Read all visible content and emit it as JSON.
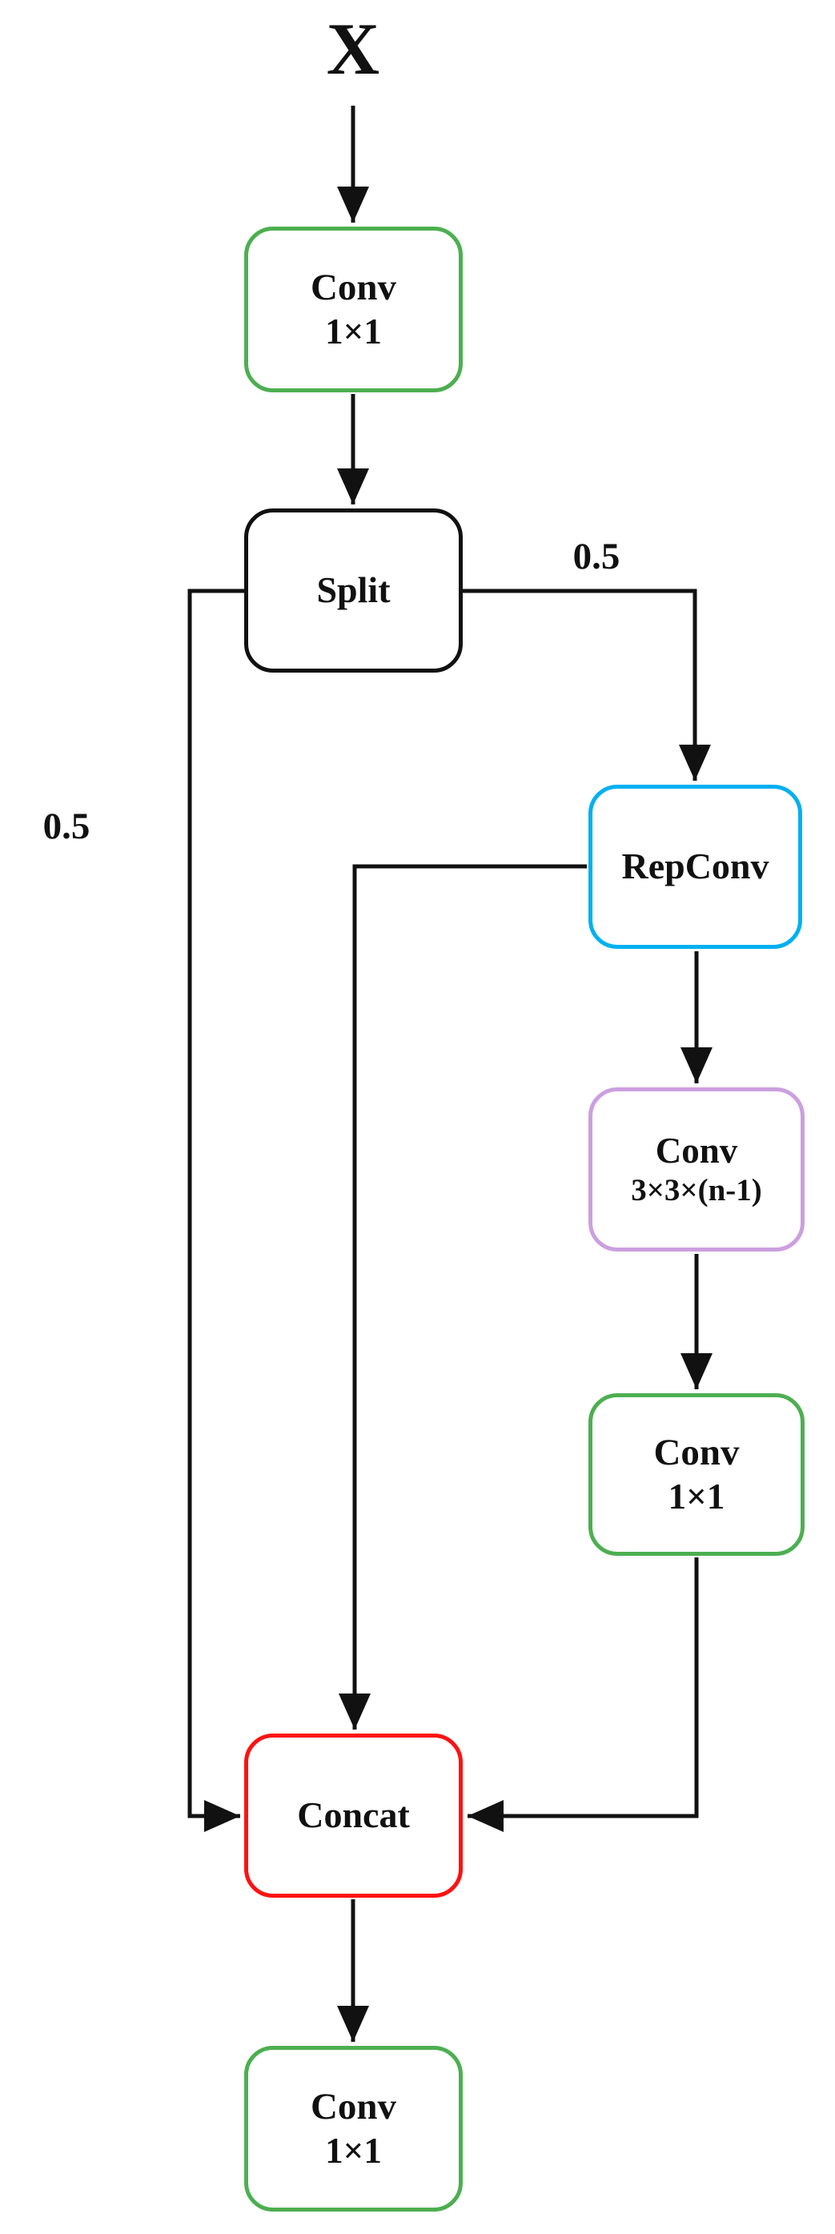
{
  "diagram": {
    "input_label": "X",
    "edge_labels": {
      "split_right_ratio": "0.5",
      "split_left_ratio": "0.5"
    },
    "nodes": {
      "conv_top": {
        "line1": "Conv",
        "line2": "1×1",
        "border": "green"
      },
      "split": {
        "label": "Split",
        "border": "black"
      },
      "repconv": {
        "label": "RepConv",
        "border": "cyan"
      },
      "conv_3x3": {
        "line1": "Conv",
        "line2": "3×3×(n-1)",
        "border": "purple"
      },
      "conv_right": {
        "line1": "Conv",
        "line2": "1×1",
        "border": "green"
      },
      "concat": {
        "label": "Concat",
        "border": "red"
      },
      "conv_out": {
        "line1": "Conv",
        "line2": "1×1",
        "border": "green"
      }
    },
    "colors": {
      "green": "#4caf50",
      "cyan": "#00b0f0",
      "purple": "#cc9fe0",
      "red": "#fe1212",
      "black": "#111111",
      "line": "#111111"
    }
  }
}
